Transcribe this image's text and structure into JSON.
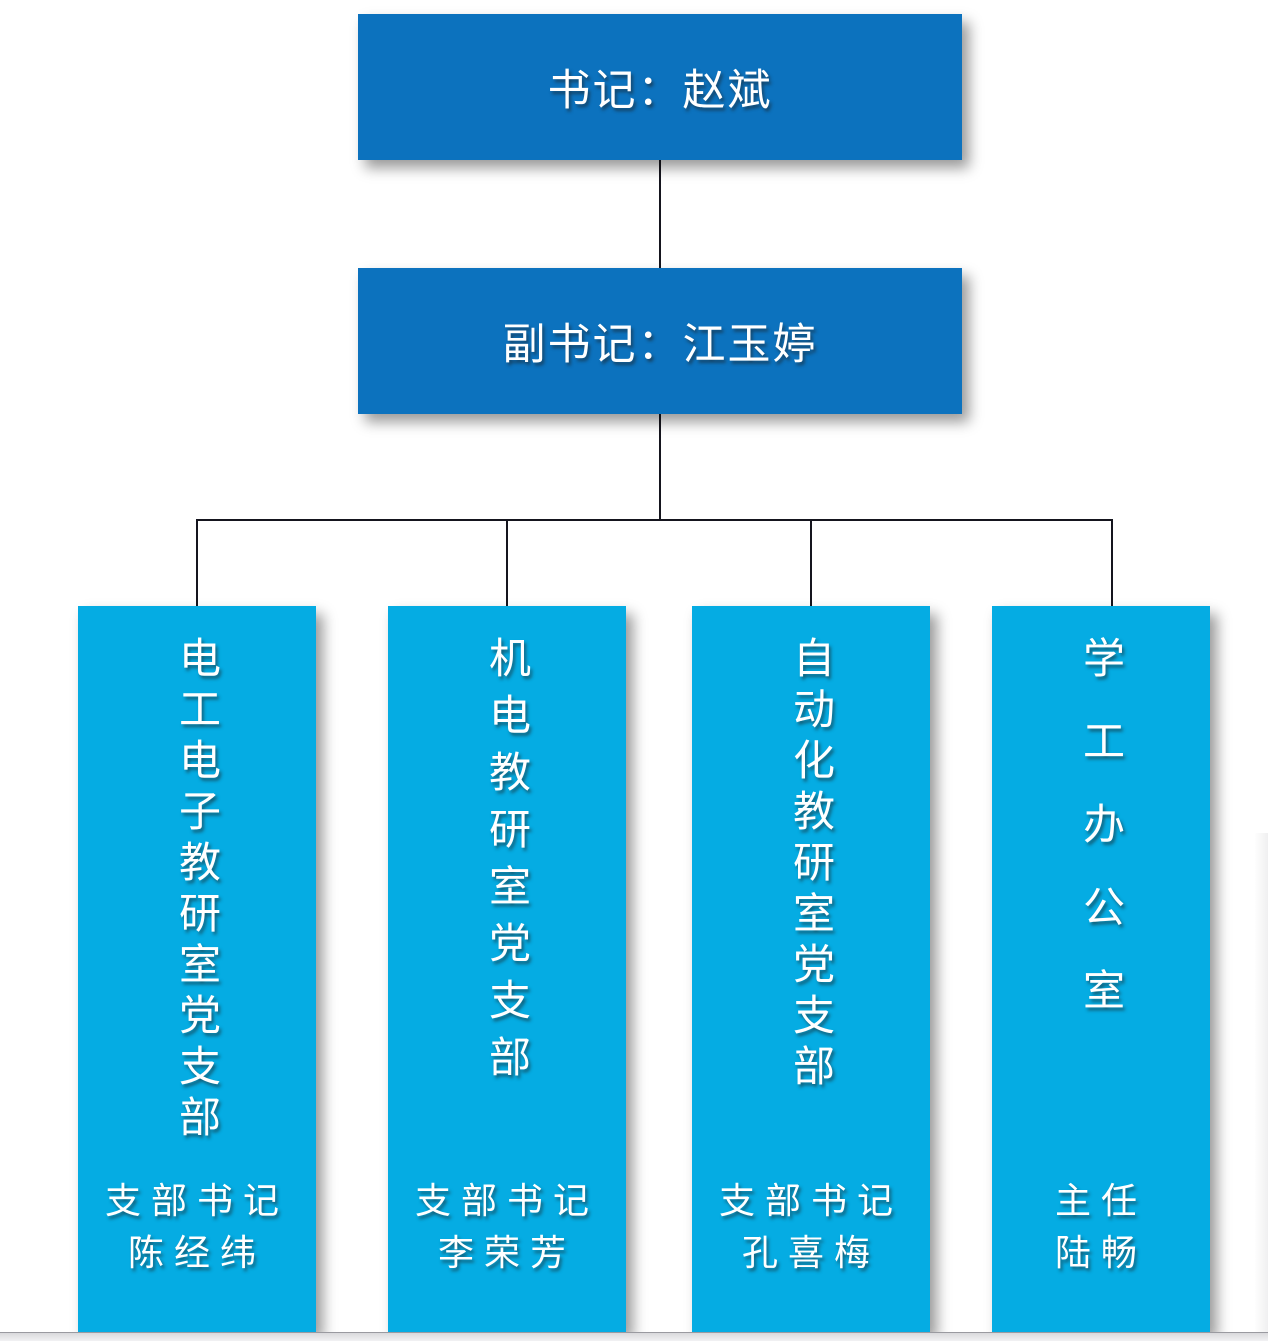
{
  "org_chart": {
    "root": {
      "label": "书记：赵斌"
    },
    "deputy": {
      "label": "副书记：江玉婷"
    },
    "branches": [
      {
        "title": "电工电子教研室党支部",
        "role": "支部书记",
        "name": "陈经纬"
      },
      {
        "title": "机电教研室党支部",
        "role": "支部书记",
        "name": "李荣芳"
      },
      {
        "title": "自动化教研室党支部",
        "role": "支部书记",
        "name": "孔喜梅"
      },
      {
        "title": "学工办公室",
        "role": "主任",
        "name": "陆畅"
      }
    ],
    "colors": {
      "level1_box": "#0C72BE",
      "level3_box": "#05ACE3",
      "text": "#FFFFFF",
      "connector": "#15151E"
    }
  }
}
